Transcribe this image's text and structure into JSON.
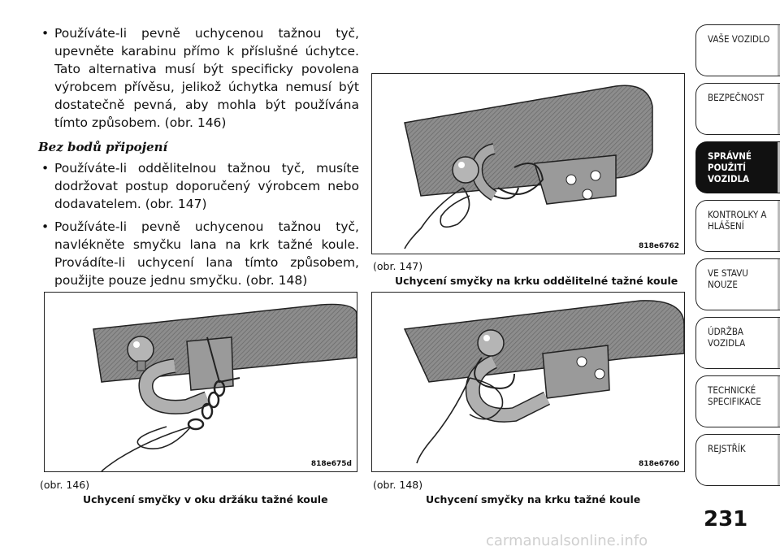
{
  "body": {
    "bullet1": "Používáte-li pevně uchycenou tažnou tyč, upevněte karabinu přímo k příslušné úchytce. Tato alternativa musí být specificky povolena výrobcem přívěsu, jelikož úchytka nemusí být dostatečně pevná, aby mohla být používána tímto způsobem. (obr.  146)",
    "subheading": "Bez bodů připojení",
    "bullet2": "Používáte-li oddělitelnou tažnou tyč, musíte dodržovat postup doporučený výrobcem nebo dodavatelem. (obr.  147)",
    "bullet3": "Používáte-li pevně uchycenou tažnou tyč, navlékněte smyčku lana na krk tažné koule. Provádíte-li uchycení lana tímto způsobem, použijte pouze jednu smyčku. (obr.  148)"
  },
  "figures": {
    "fig147": {
      "code": "818e6762",
      "ref": "(obr. 147)",
      "title": "Uchycení smyčky na krku oddělitelné tažné koule"
    },
    "fig146": {
      "code": "818e675d",
      "ref": "(obr. 146)",
      "title": "Uchycení smyčky v oku držáku tažné koule"
    },
    "fig148": {
      "code": "818e6760",
      "ref": "(obr. 148)",
      "title": "Uchycení smyčky na krku tažné koule"
    }
  },
  "tabs": [
    "VAŠE VOZIDLO",
    "BEZPEČNOST",
    "SPRÁVNÉ POUŽITÍ VOZIDLA",
    "KONTROLKY A HLÁŠENÍ",
    "VE STAVU NOUZE",
    "ÚDRŽBA VOZIDLA",
    "TECHNICKÉ SPECIFIKACE",
    "REJSTŘÍK"
  ],
  "active_tab": 2,
  "page_number": "231",
  "watermark": "carmanualsonline.info"
}
